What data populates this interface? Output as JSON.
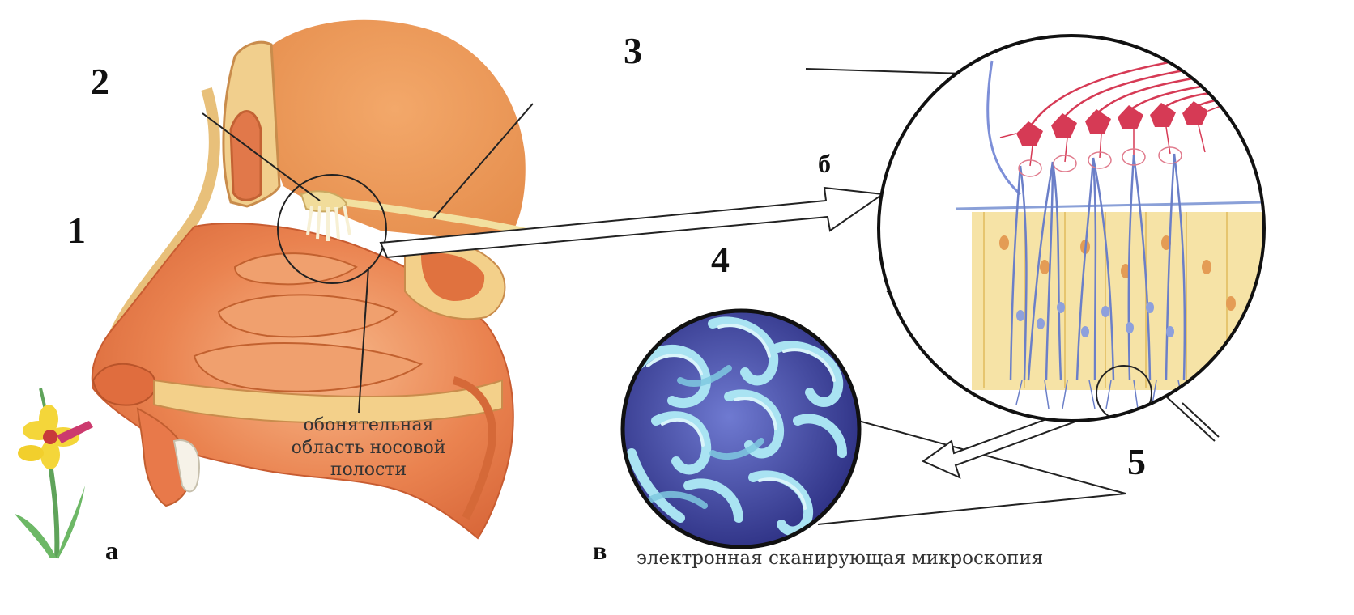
{
  "labels": {
    "n1": "1",
    "n2": "2",
    "n3": "3",
    "n4": "4",
    "n5": "5",
    "letter_a": "а",
    "letter_b": "б",
    "letter_v": "в"
  },
  "captions": {
    "olfactory_line1": "обонятельная",
    "olfactory_line2": "область носовой",
    "olfactory_line3": "полости",
    "microscopy": "электронная сканирующая микроскопия"
  },
  "colors": {
    "tissue": "#e9764a",
    "tissue_light": "#f4b088",
    "bone": "#f3d08a",
    "neuron": "#d63a55",
    "receptor": "#6b7fc8",
    "epithelium": "#f6e3a6",
    "sem_dark": "#3a3f9a",
    "sem_light": "#a9e3f2"
  }
}
